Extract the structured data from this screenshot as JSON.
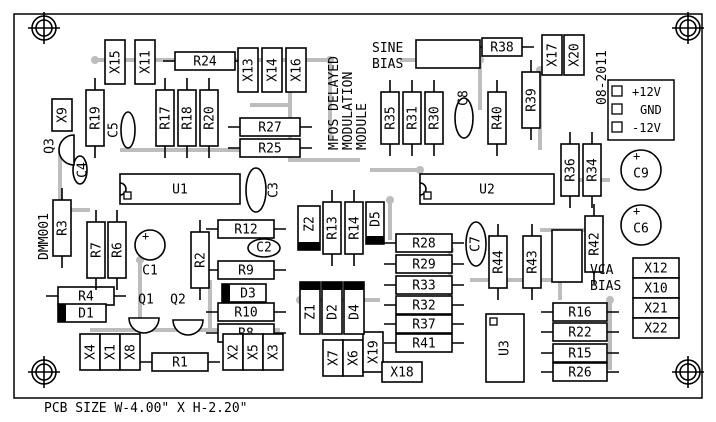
{
  "board": {
    "module_title": [
      "MFOS DELAYED",
      "MODULATION",
      "MODULE"
    ],
    "code": "DMM001",
    "date": "08-2011",
    "pcb_size": "PCB SIZE W-4.00\" X H-2.20\"",
    "sine_bias": [
      "SINE",
      "BIAS"
    ],
    "vca_bias": [
      "VCA",
      "BIAS"
    ],
    "power_labels": [
      "+12V",
      "GND",
      "-12V"
    ]
  },
  "resistors_h": [
    {
      "label": "R24"
    },
    {
      "label": "R27"
    },
    {
      "label": "R25"
    },
    {
      "label": "R12"
    },
    {
      "label": "R9"
    },
    {
      "label": "R10"
    },
    {
      "label": "R8"
    },
    {
      "label": "R4"
    },
    {
      "label": "R1"
    },
    {
      "label": "R28"
    },
    {
      "label": "R29"
    },
    {
      "label": "R33"
    },
    {
      "label": "R32"
    },
    {
      "label": "R37"
    },
    {
      "label": "R41"
    },
    {
      "label": "R16"
    },
    {
      "label": "R22"
    },
    {
      "label": "R15"
    },
    {
      "label": "R26"
    },
    {
      "label": "R38"
    }
  ],
  "resistors_v": [
    {
      "label": "R19"
    },
    {
      "label": "R17"
    },
    {
      "label": "R18"
    },
    {
      "label": "R20"
    },
    {
      "label": "R3"
    },
    {
      "label": "R7"
    },
    {
      "label": "R6"
    },
    {
      "label": "R2"
    },
    {
      "label": "R13"
    },
    {
      "label": "R14"
    },
    {
      "label": "R35"
    },
    {
      "label": "R31"
    },
    {
      "label": "R30"
    },
    {
      "label": "R40"
    },
    {
      "label": "R39"
    },
    {
      "label": "R36"
    },
    {
      "label": "R34"
    },
    {
      "label": "R44"
    },
    {
      "label": "R43"
    },
    {
      "label": "R42"
    }
  ],
  "headers_v": [
    {
      "label": "X15"
    },
    {
      "label": "X11"
    },
    {
      "label": "X13"
    },
    {
      "label": "X14"
    },
    {
      "label": "X16"
    },
    {
      "label": "X9"
    },
    {
      "label": "X17"
    },
    {
      "label": "X20"
    },
    {
      "label": "X4"
    },
    {
      "label": "X1"
    },
    {
      "label": "X8"
    },
    {
      "label": "X2"
    },
    {
      "label": "X5"
    },
    {
      "label": "X3"
    },
    {
      "label": "X7"
    },
    {
      "label": "X6"
    },
    {
      "label": "X19"
    }
  ],
  "headers_h": [
    {
      "label": "X12"
    },
    {
      "label": "X10"
    },
    {
      "label": "X21"
    },
    {
      "label": "X22"
    },
    {
      "label": "X18"
    }
  ],
  "capacitors": [
    {
      "label": "C5"
    },
    {
      "label": "C4"
    },
    {
      "label": "C3"
    },
    {
      "label": "C2"
    },
    {
      "label": "C8"
    },
    {
      "label": "C7"
    }
  ],
  "electrolytics": [
    {
      "label": "C1"
    },
    {
      "label": "C9"
    },
    {
      "label": "C6"
    }
  ],
  "chips": [
    {
      "label": "U1"
    },
    {
      "label": "U2"
    },
    {
      "label": "U3"
    }
  ],
  "transistors": [
    {
      "label": "Q3"
    },
    {
      "label": "Q1"
    },
    {
      "label": "Q2"
    }
  ],
  "diodes": [
    {
      "label": "D3"
    },
    {
      "label": "D1"
    },
    {
      "label": "D2"
    },
    {
      "label": "D4"
    },
    {
      "label": "D5"
    },
    {
      "label": "Z1"
    },
    {
      "label": "Z2"
    }
  ]
}
